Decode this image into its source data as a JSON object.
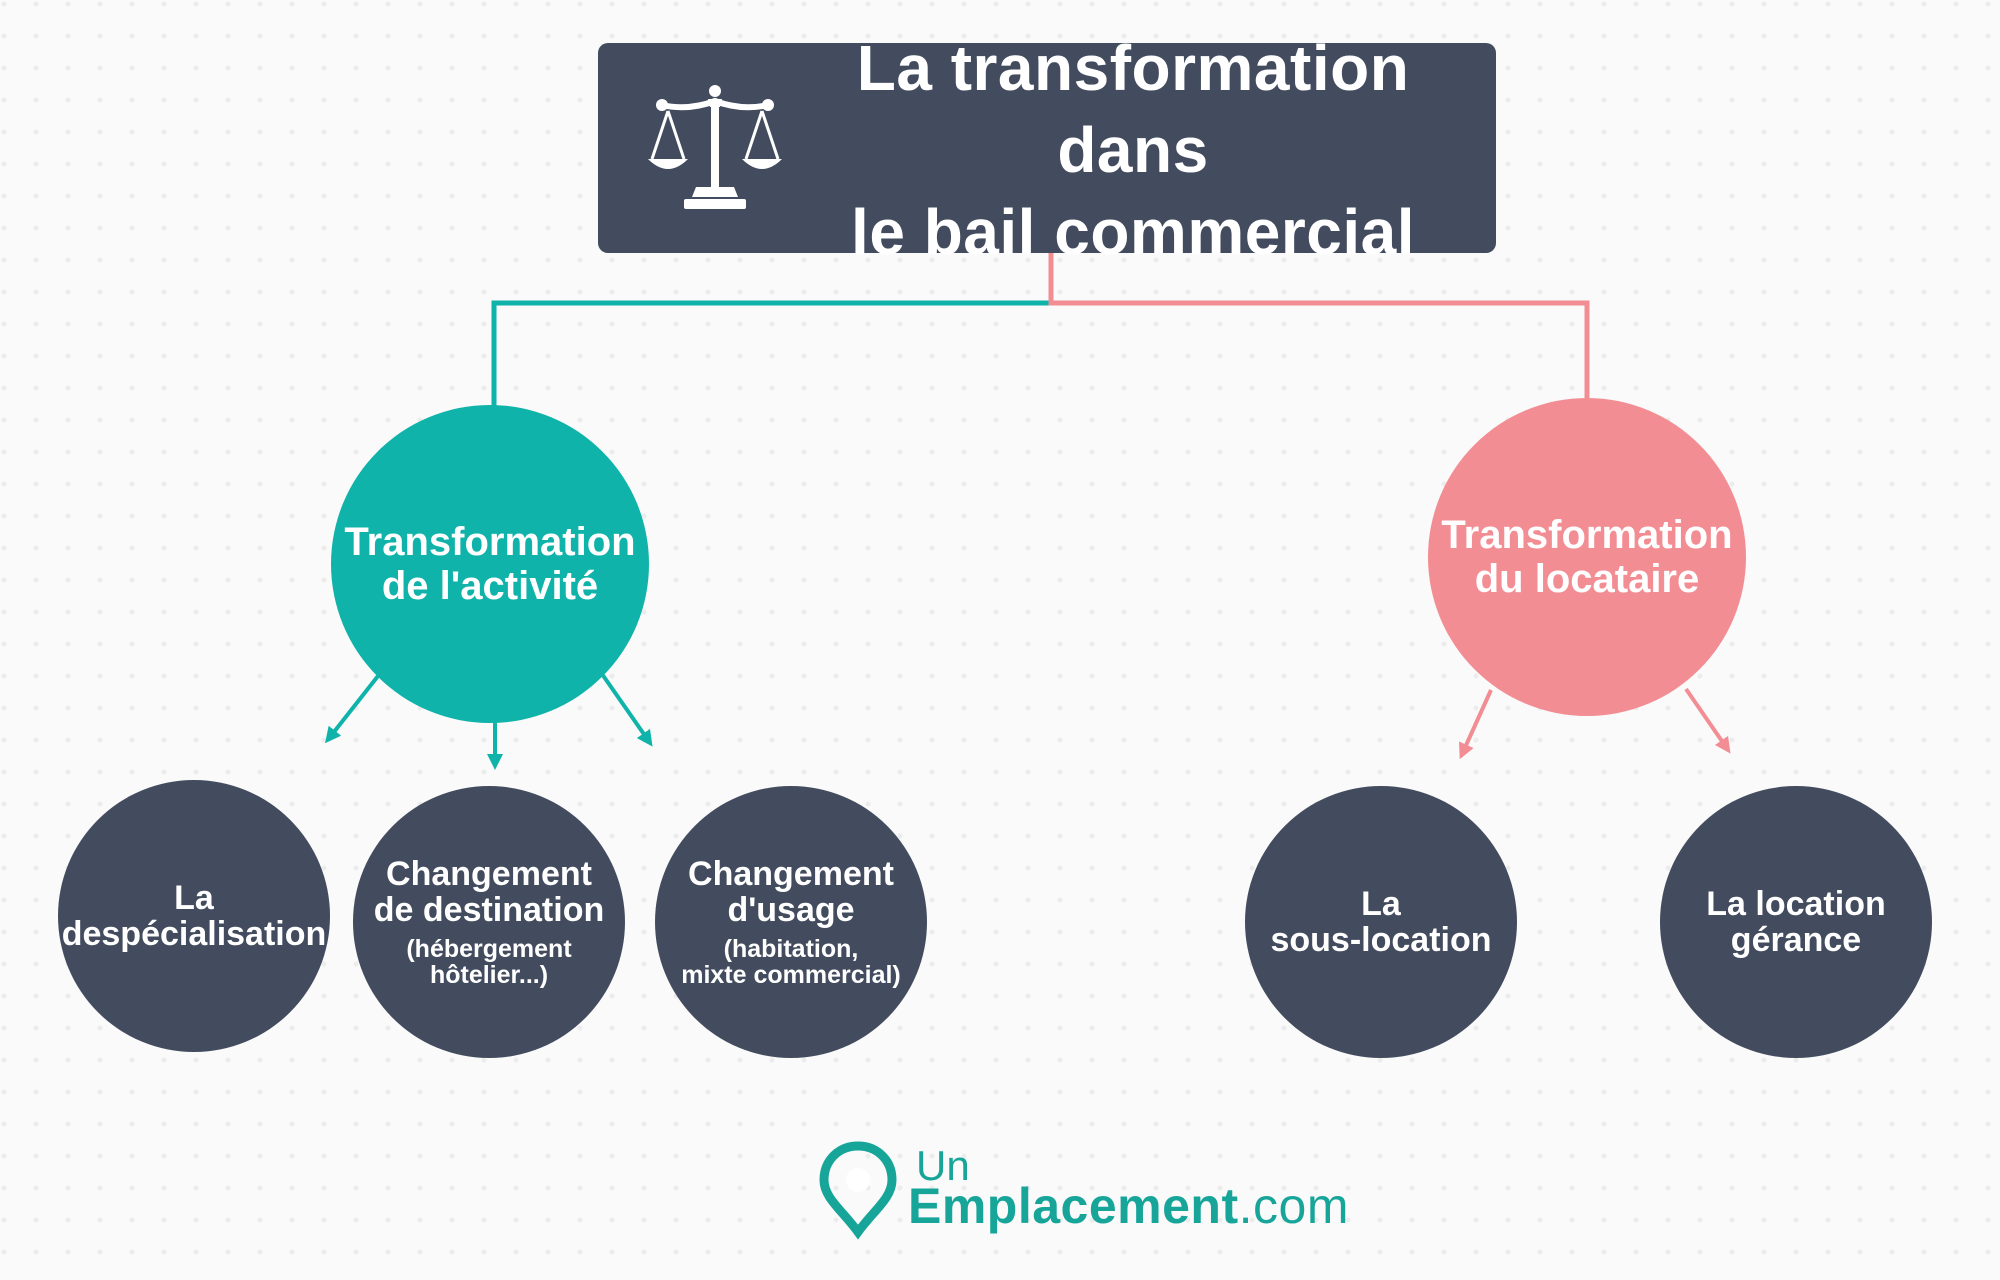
{
  "title": {
    "line1": "La transformation dans",
    "line2": "le bail commercial"
  },
  "icons": {
    "title_icon": "scales-of-justice-icon",
    "logo_icon": "location-pin-icon"
  },
  "colors": {
    "teal": "#0fb3a9",
    "pink": "#f38d94",
    "dark": "#434c5e"
  },
  "branches": [
    {
      "line1": "Transformation",
      "line2": "de l'activité",
      "color": "#0fb3a9",
      "children": [
        {
          "line1": "La",
          "line2": "despécialisation"
        },
        {
          "line1": "Changement",
          "line2": "de destination",
          "sub1": "(hébergement",
          "sub2": "hôtelier...)"
        },
        {
          "line1": "Changement",
          "line2": "d'usage",
          "sub1": "(habitation,",
          "sub2": "mixte commercial)"
        }
      ]
    },
    {
      "line1": "Transformation",
      "line2": "du locataire",
      "color": "#f38d94",
      "children": [
        {
          "line1": "La",
          "line2": "sous-location"
        },
        {
          "line1": "La location",
          "line2": "gérance"
        }
      ]
    }
  ],
  "logo": {
    "un": "Un",
    "main": "Emplacement",
    "suffix": ".com"
  }
}
